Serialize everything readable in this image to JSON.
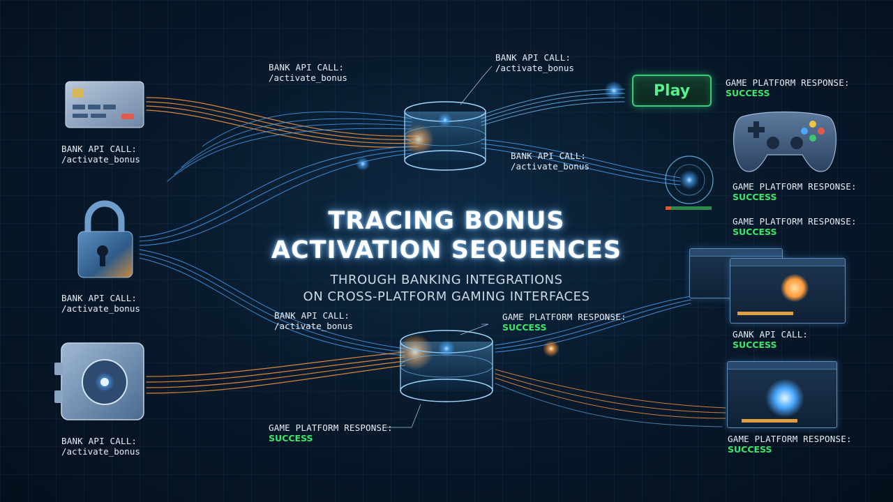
{
  "title": {
    "line1": "TRACING BONUS",
    "line2": "ACTIVATION SEQUENCES"
  },
  "subtitle": {
    "line1": "THROUGH BANKING INTEGRATIONS",
    "line2": "ON CROSS-PLATFORM GAMING INTERFACES"
  },
  "play_button": {
    "label": "Play"
  },
  "labels": {
    "bank_top_a": {
      "line1": "BANK API CALL:",
      "line2": "/activate_bonus"
    },
    "bank_top_b": {
      "line1": "BANK API CALL:",
      "line2": "/activate_bonus"
    },
    "bank_card": {
      "line1": "BANK API CALL:",
      "line2": "/activate_bonus"
    },
    "bank_mid_right": {
      "line1": "BANK API CALL:",
      "line2": "/activate_bonus"
    },
    "bank_lock": {
      "line1": "BANK API CALL:",
      "line2": "/activate_bonus"
    },
    "bank_lower_center": {
      "line1": "BANK API CALL:",
      "line2": "/activate_bonus"
    },
    "bank_vault": {
      "line1": "BANK API CALL:",
      "line2": "/activate_bonus"
    },
    "gank_right": {
      "line1": "GANK API CALL:",
      "line2": "SUCCESS"
    },
    "game_top_right": {
      "line1": "GAME PLATFORM RESPONSE:",
      "line2": "SUCCESS"
    },
    "game_right_1": {
      "line1": "GAME PLATFORM RESPONSE:",
      "line2": "SUCCESS"
    },
    "game_right_2": {
      "line1": "GAME PLATFORM RESPONSE:",
      "line2": "SUCCESS"
    },
    "game_lower_center": {
      "line1": "GAME PLATFORM RESPONSE:",
      "line2": "SUCCESS"
    },
    "game_bottom_center": {
      "line1": "GAME PLATFORM RESPONSE:",
      "line2": "SUCCESS"
    },
    "game_bottom_right": {
      "line1": "GAME PLATFORM RESPONSE:",
      "line2": "SUCCESS"
    }
  },
  "icons": [
    "credit-card-icon",
    "padlock-icon",
    "vault-icon",
    "game-controller-icon",
    "hub-node-icon",
    "dashboard-panel-icon"
  ],
  "colors": {
    "background": "#081a2c",
    "blue_stream": "#4aa8ff",
    "orange_stream": "#ff9a3c",
    "success_green": "#39e86a",
    "play_green": "#57f08a"
  }
}
